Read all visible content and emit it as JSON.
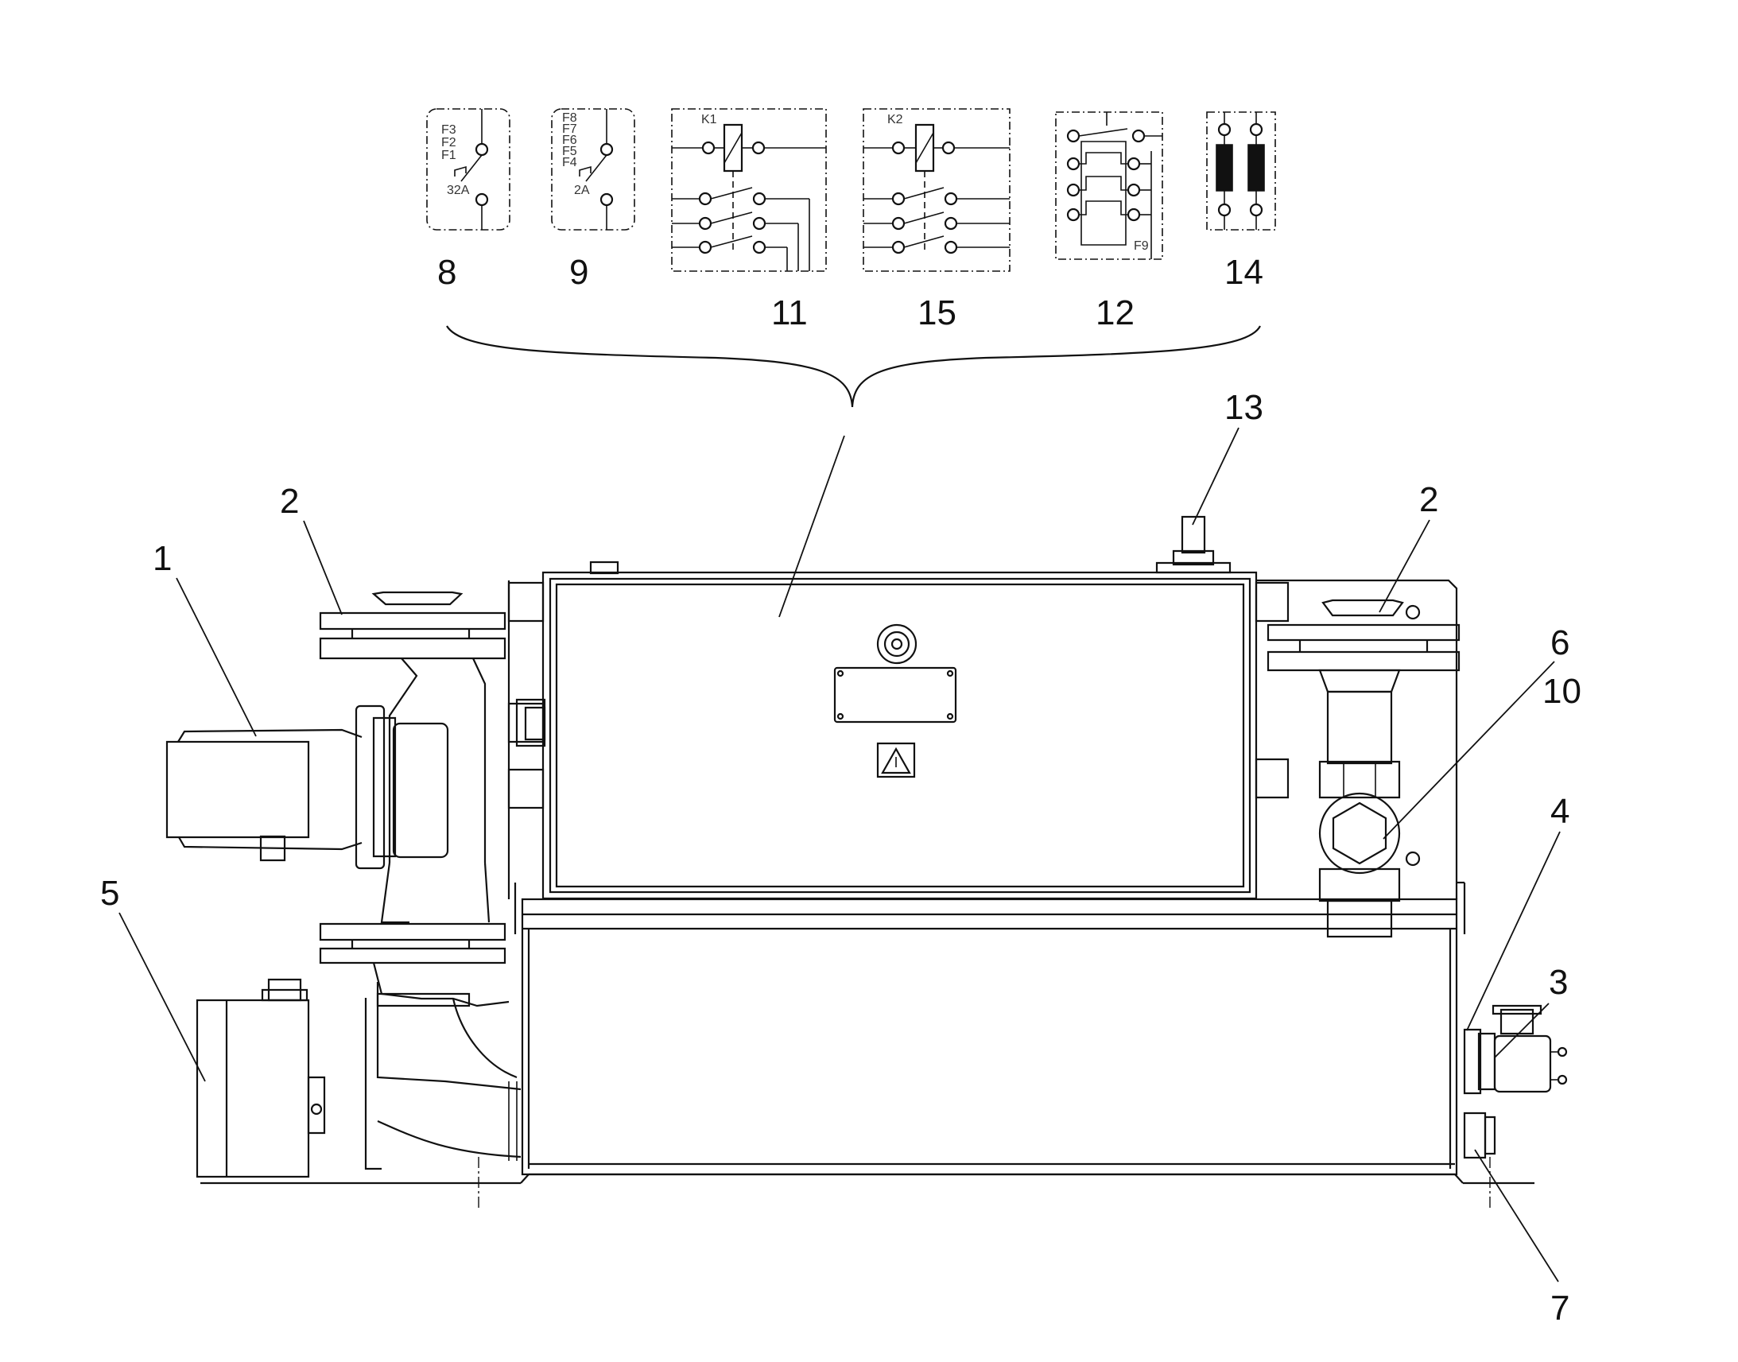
{
  "callouts": {
    "c1": "1",
    "c2_left": "2",
    "c2_right": "2",
    "c3": "3",
    "c4": "4",
    "c5": "5",
    "c6": "6",
    "c7": "7",
    "c8": "8",
    "c9": "9",
    "c10": "10",
    "c11": "11",
    "c12": "12",
    "c13": "13",
    "c14": "14",
    "c15": "15"
  },
  "symbols": {
    "s8": {
      "lines": [
        "F3",
        "F2",
        "F1"
      ],
      "rating": "32A"
    },
    "s9": {
      "lines": [
        "F8",
        "F7",
        "F6",
        "F5",
        "F4"
      ],
      "rating": "2A"
    },
    "s11": {
      "coil": "K1"
    },
    "s15": {
      "coil": "K2"
    },
    "s12": {
      "tag": "F9"
    }
  }
}
